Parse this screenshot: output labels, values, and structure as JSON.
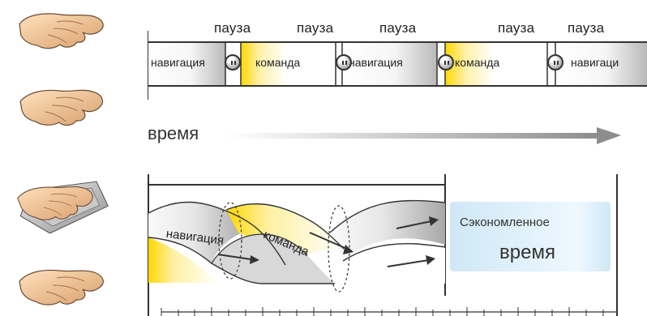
{
  "labels": {
    "pauses": [
      "пауза",
      "пауза",
      "пауза",
      "пауза",
      "пауза"
    ],
    "segments": [
      "навигация",
      "команда",
      "навигация",
      "команда",
      "навигаци"
    ],
    "time": "время",
    "bottom_navigation": "навигация",
    "bottom_command": "команда",
    "saved_title": "Сэкономленное",
    "saved_word": "время"
  },
  "colors": {
    "line": "#333333",
    "gray": "#b9b9b9",
    "pale_gray": "#eeeeee",
    "yellow": "#ffd600",
    "saved_blue": "#cfe8f6"
  }
}
